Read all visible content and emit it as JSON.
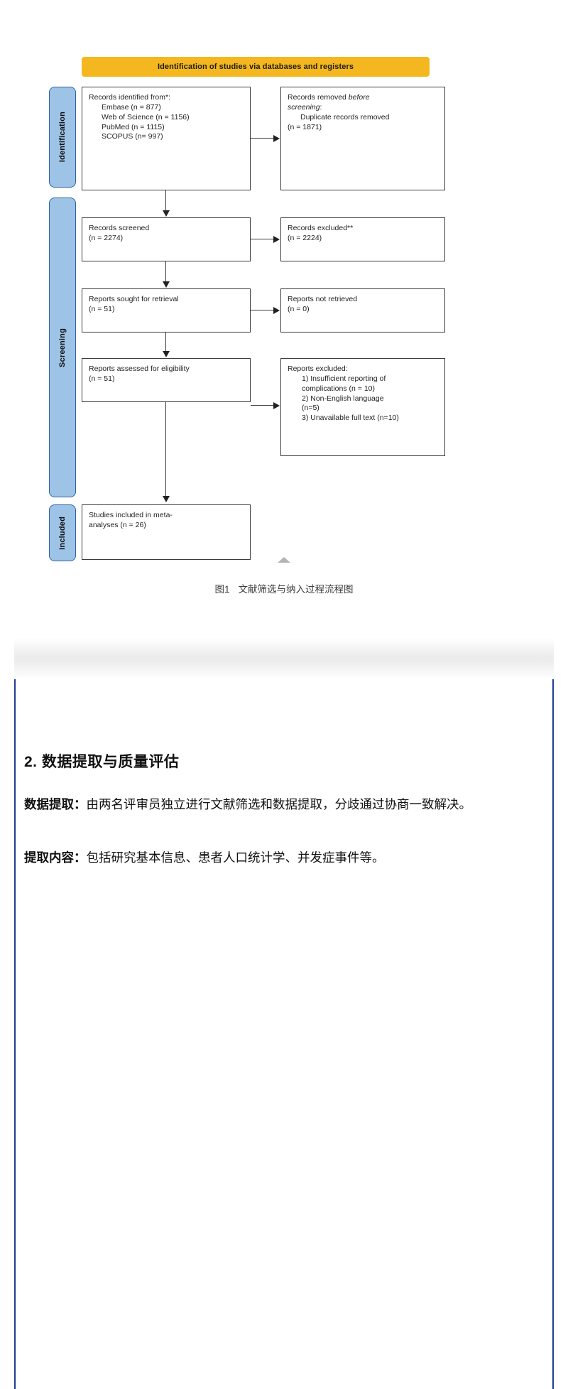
{
  "figure": {
    "banner": "Identification of studies via databases and registers",
    "stages": {
      "identification": "Identification",
      "screening": "Screening",
      "included": "Included"
    },
    "boxes": {
      "identified": {
        "title": "Records identified from*:",
        "items": [
          "Embase (n = 877)",
          "Web of Science (n = 1156)",
          "PubMed (n = 1115)",
          "SCOPUS (n= 997)"
        ]
      },
      "removed": {
        "line1": "Records removed ",
        "line1_italic": "before",
        "line2_italic": "screening",
        "line2_rest": ":",
        "item": "Duplicate records removed",
        "count": "(n = 1871)"
      },
      "screened": {
        "title": "Records screened",
        "count": "(n = 2274)"
      },
      "excluded": {
        "title": "Records excluded**",
        "count": "(n = 2224)"
      },
      "sought": {
        "title": "Reports sought for retrieval",
        "count": "(n = 51)"
      },
      "not_retrieved": {
        "title": "Reports not retrieved",
        "count": "(n = 0)"
      },
      "assessed": {
        "title": "Reports assessed for eligibility",
        "count": "(n = 51)"
      },
      "reports_excluded": {
        "title": "Reports excluded:",
        "items": [
          "1) Insufficient reporting of",
          "complications (n = 10)",
          "2) Non-English language",
          "(n=5)",
          "3) Unavailable full text (n=10)"
        ]
      },
      "included": {
        "line1": "Studies included in meta-",
        "line2": "analyses (n = 26)"
      }
    },
    "caption_label": "图1",
    "caption_text": "文献筛选与纳入过程流程图",
    "colors": {
      "banner": "#F5B71F",
      "stage_fill": "#9DC3E6",
      "stage_border": "#2E63A3",
      "box_border": "#3b3b3b",
      "rail": "#1f3d8f"
    }
  },
  "article": {
    "heading": "2. 数据提取与质量评估",
    "paragraphs": [
      {
        "lead": "数据提取：",
        "body": "由两名评审员独立进行文献筛选和数据提取，分歧通过协商一致解决。"
      },
      {
        "lead": "提取内容：",
        "body": "包括研究基本信息、患者人口统计学、并发症事件等。"
      }
    ]
  }
}
